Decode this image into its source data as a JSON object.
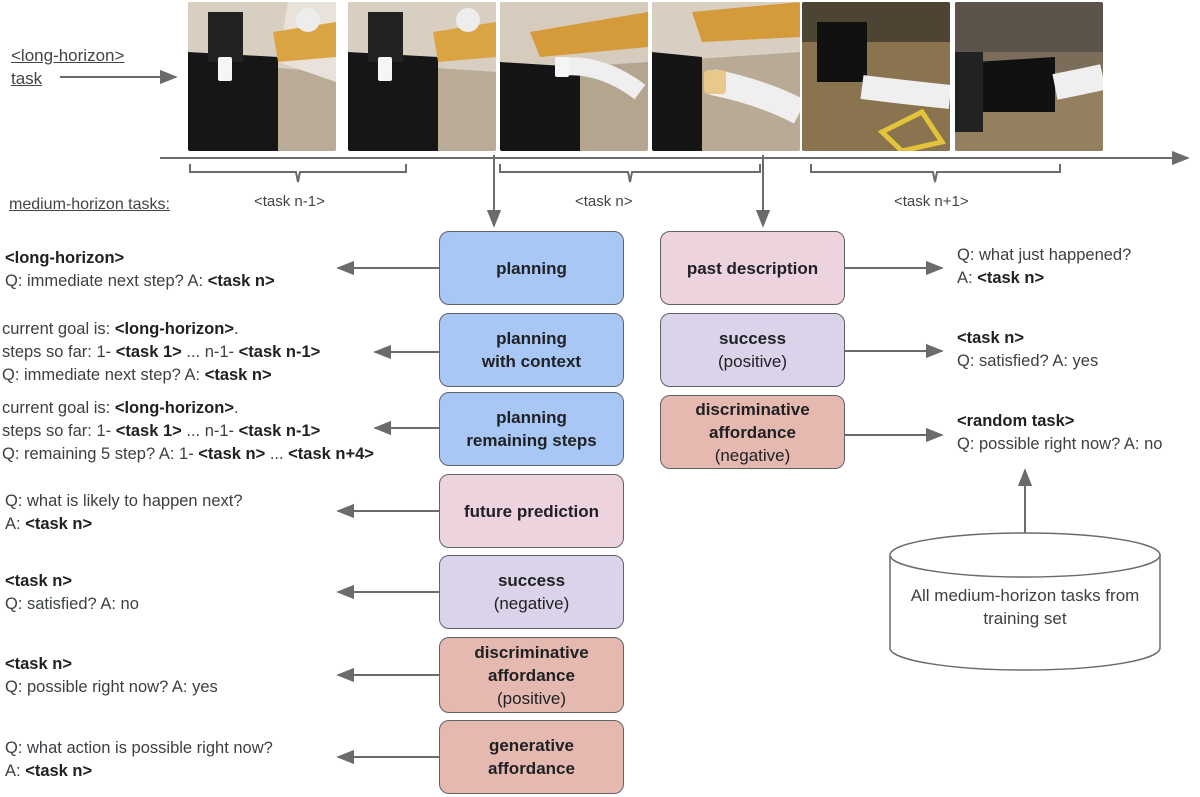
{
  "header": {
    "long_horizon_line1": "<long-horizon>",
    "long_horizon_line2": "task",
    "medium_horizon_label": "medium-horizon tasks:"
  },
  "frames": [
    {
      "icon": "robot-kitchen-photo-1"
    },
    {
      "icon": "robot-kitchen-photo-2"
    },
    {
      "icon": "robot-kitchen-photo-3"
    },
    {
      "icon": "robot-kitchen-photo-4"
    },
    {
      "icon": "robot-hallway-photo-5"
    },
    {
      "icon": "robot-hallway-photo-6"
    }
  ],
  "segments": [
    "<task n-1>",
    "<task n>",
    "<task n+1>"
  ],
  "left_boxes": [
    {
      "title": "planning",
      "title2": "",
      "sub": ""
    },
    {
      "title": "planning",
      "title2": "with context",
      "sub": ""
    },
    {
      "title": "planning",
      "title2": "remaining steps",
      "sub": ""
    },
    {
      "title": "future prediction",
      "title2": "",
      "sub": ""
    },
    {
      "title": "success",
      "title2": "",
      "sub": "(negative)"
    },
    {
      "title": "discriminative",
      "title2": "affordance",
      "sub": "(positive)"
    },
    {
      "title": "generative",
      "title2": "affordance",
      "sub": ""
    }
  ],
  "right_boxes": [
    {
      "title": "past description",
      "title2": "",
      "sub": ""
    },
    {
      "title": "success",
      "title2": "",
      "sub": "(positive)"
    },
    {
      "title": "discriminative",
      "title2": "affordance",
      "sub": "(negative)"
    }
  ],
  "left_qa": {
    "planning": {
      "l1b": "<long-horizon>",
      "l2": "Q: immediate next step? A: ",
      "l2b": "<task n>"
    },
    "planning_context": {
      "l1": "current goal is: ",
      "l1b": "<long-horizon>",
      "l1e": ".",
      "l2": "steps so far: 1- ",
      "l2b1": "<task 1>",
      "l2m": " ... n-1- ",
      "l2b2": "<task n-1>",
      "l3": "Q: immediate next step? A: ",
      "l3b": "<task n>"
    },
    "planning_remaining": {
      "l1": "current goal is: ",
      "l1b": "<long-horizon>",
      "l1e": ".",
      "l2": "steps so far: 1- ",
      "l2b1": "<task 1>",
      "l2m": " ... n-1- ",
      "l2b2": "<task n-1>",
      "l3": "Q: remaining 5 step? A: 1- ",
      "l3b1": "<task n>",
      "l3m": " ... ",
      "l3b2": "<task n+4>"
    },
    "future": {
      "l1": "Q: what is likely to happen next?",
      "l2": "A: ",
      "l2b": "<task n>"
    },
    "success_neg": {
      "l1b": "<task n>",
      "l2": "Q: satisfied? A: no"
    },
    "disc_pos": {
      "l1b": "<task n>",
      "l2": "Q: possible right now? A: yes"
    },
    "generative": {
      "l1": "Q: what action is possible right now?",
      "l2": "A: ",
      "l2b": "<task n>"
    }
  },
  "right_qa": {
    "past": {
      "l1": "Q: what just happened?",
      "l2": "A: ",
      "l2b": "<task n>"
    },
    "success_pos": {
      "l1b": "<task n>",
      "l2": "Q: satisfied? A: yes"
    },
    "disc_neg": {
      "l1b": "<random task>",
      "l2": "Q: possible right now? A: no"
    }
  },
  "database_label": "All medium-horizon tasks from training set",
  "colors": {
    "planning": "#a8c7f5",
    "description": "#ecd3dd",
    "success": "#dbd3ea",
    "affordance": "#e6b9b0",
    "arrow": "#6b6b6b"
  }
}
